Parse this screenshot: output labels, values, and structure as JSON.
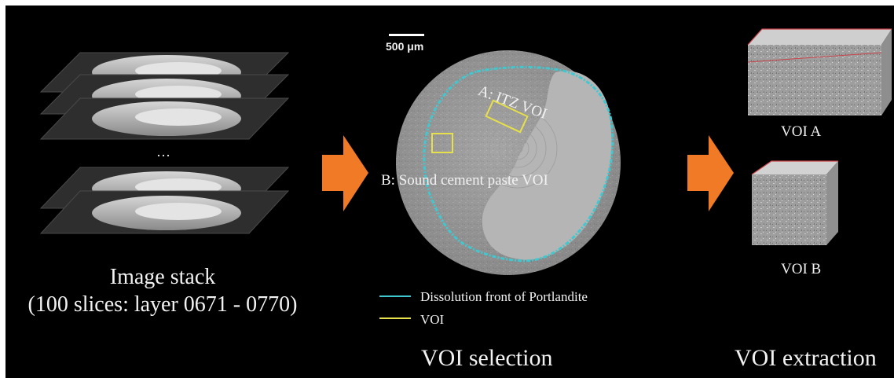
{
  "figure": {
    "stack_caption_line1": "Image stack",
    "stack_caption_line2": "(100 slices: layer 0671 - 0770)",
    "ellipsis": "…",
    "scale_bar": "500 μm",
    "label_a": "A: ITZ VOI",
    "label_b": "B: Sound cement paste VOI",
    "legend": [
      {
        "label": "Dissolution front of Portlandite",
        "color": "#3fc8d0"
      },
      {
        "label": "VOI",
        "color": "#e6e04a"
      }
    ],
    "voi_a_caption": "VOI A",
    "voi_b_caption": "VOI B",
    "section_selection": "VOI selection",
    "section_extraction": "VOI extraction",
    "colors": {
      "arrow": "#f07a26",
      "background": "#000000",
      "slice_plane": "#2e2e2e",
      "cement": "#9a9a9a",
      "aggregate": "#b8b8b8",
      "voi_box_edge": "#c8444a"
    }
  }
}
